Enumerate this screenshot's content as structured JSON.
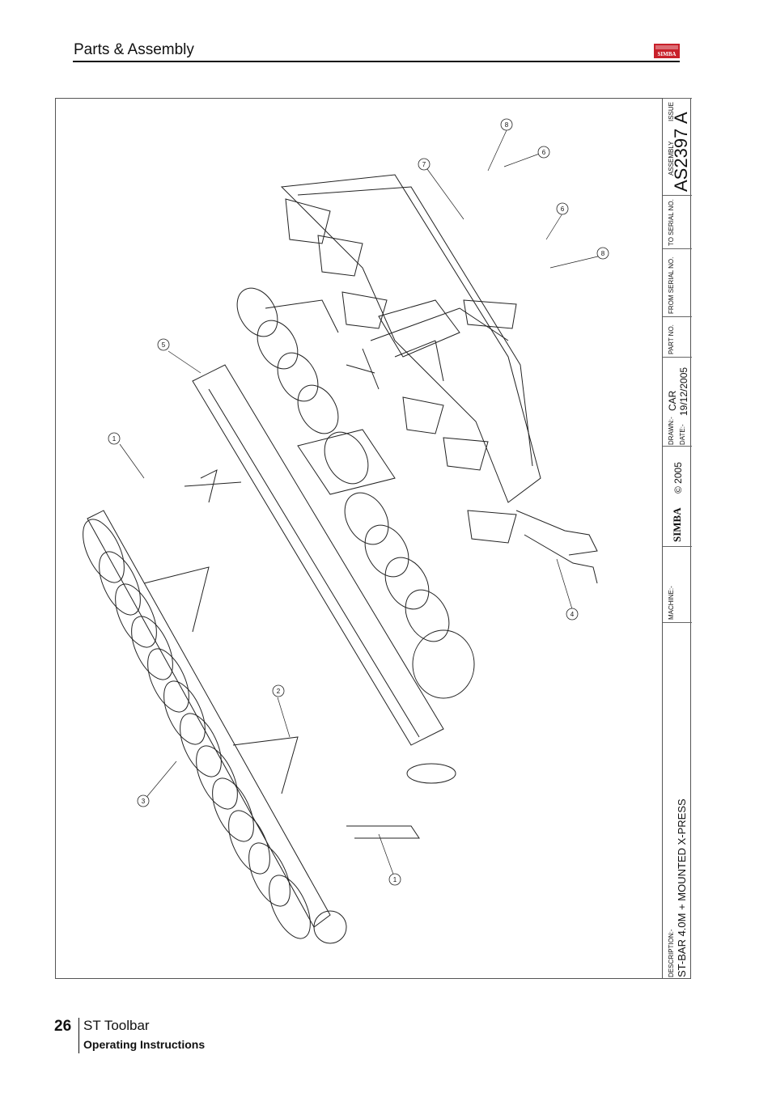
{
  "header": {
    "title": "Parts & Assembly",
    "logo_text": "SIMBA"
  },
  "title_block": {
    "issue_label": "ISSUE",
    "issue_value": "A",
    "drawing_number_label": "ASSEMBLY",
    "drawing_number": "AS2397",
    "to_serial_label": "TO SERIAL NO.",
    "from_serial_label": "FROM SERIAL NO.",
    "part_no_label": "PART NO.",
    "drawn_label": "DRAWN:-",
    "drawn_value": "CAR",
    "date_label": "DATE:-",
    "date_value": "19/12/2005",
    "copyright": "© 2005",
    "company": "SIMBA",
    "machine_label": "MACHINE:-",
    "description_label": "DESCRIPTION:-",
    "description": "ST-BAR 4.0M + MOUNTED X-PRESS"
  },
  "callouts": [
    "1",
    "1",
    "2",
    "3",
    "4",
    "5",
    "6",
    "6",
    "7",
    "8",
    "8"
  ],
  "footer": {
    "page_number": "26",
    "product": "ST Toolbar",
    "doc_type": "Operating Instructions"
  }
}
